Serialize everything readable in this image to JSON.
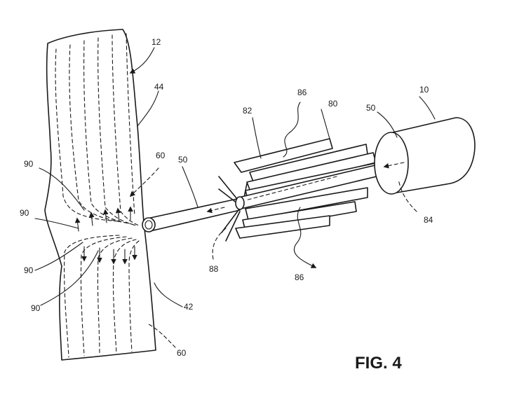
{
  "figure": {
    "caption": "FIG. 4",
    "references": {
      "r12": "12",
      "r44": "44",
      "r86_top": "86",
      "r80": "80",
      "r82": "82",
      "r50_right": "50",
      "r10": "10",
      "r60_top": "60",
      "r50_left": "50",
      "r90_a": "90",
      "r90_b": "90",
      "r90_c": "90",
      "r90_d": "90",
      "r84": "84",
      "r88": "88",
      "r86_bottom": "86",
      "r42": "42",
      "r60_bottom": "60"
    }
  }
}
